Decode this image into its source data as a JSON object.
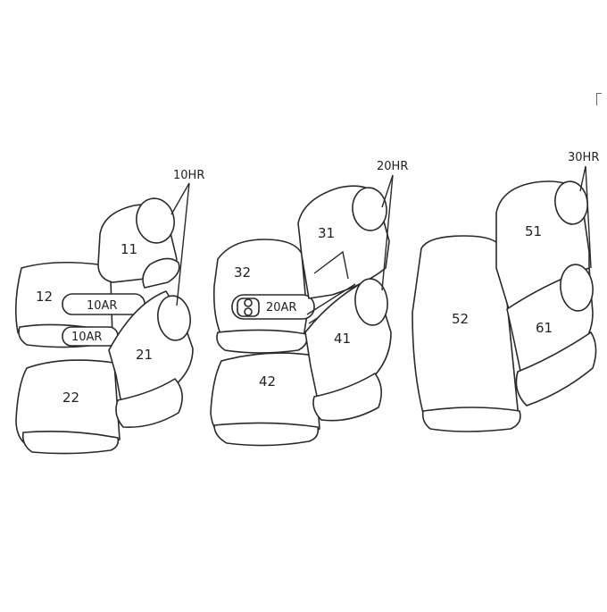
{
  "labels": {
    "p11": "11",
    "p12": "12",
    "p21": "21",
    "p22": "22",
    "p31": "31",
    "p32": "32",
    "p41": "41",
    "p42": "42",
    "p51": "51",
    "p52": "52",
    "p61": "61",
    "armrest_10ar_upper": "10AR",
    "armrest_10ar_lower": "10AR",
    "armrest_20ar": "20AR",
    "headrest_10hr": "10HR",
    "headrest_20hr": "20HR",
    "headrest_30hr": "30HR"
  }
}
